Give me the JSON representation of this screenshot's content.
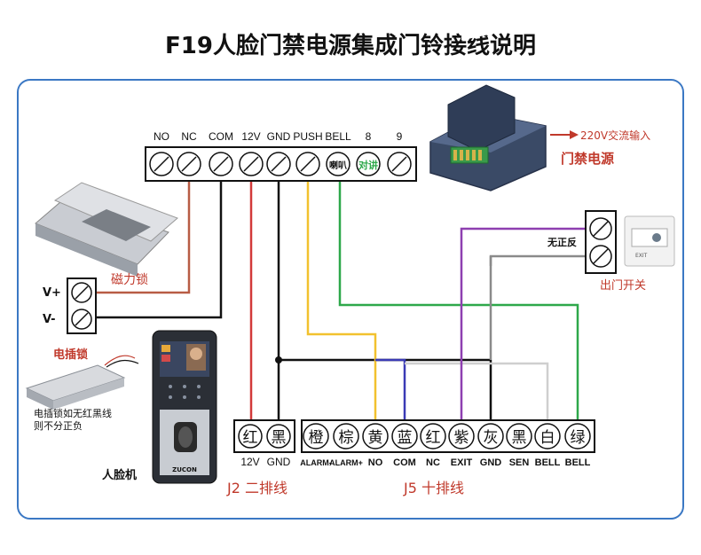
{
  "title": "F19人脸门禁电源集成门铃接线说明",
  "top_terminals": [
    "NO",
    "NC",
    "COM",
    "12V",
    "GND",
    "PUSH",
    "BELL",
    "8",
    "9"
  ],
  "terminal_screw_labels": {
    "doorbell": "喇叭",
    "intercom": "对讲"
  },
  "power_supply": {
    "input_label": "220V交流输入",
    "name": "门禁电源"
  },
  "magnetic_lock": {
    "name": "磁力锁",
    "pins": [
      "V+",
      "V-"
    ]
  },
  "electric_bolt": {
    "name": "电插锁",
    "note_line1": "电插锁如无红黑线",
    "note_line2": "则不分正负"
  },
  "exit_button": {
    "polarity_note": "无正反",
    "name": "出门开关",
    "button_text": "EXIT"
  },
  "face_terminal": {
    "name": "人脸机",
    "brand": "ZUCON"
  },
  "j2": {
    "title": "J2 二排线",
    "colors": [
      "红",
      "黑"
    ],
    "labels": [
      "12V",
      "GND"
    ]
  },
  "j5": {
    "title": "J5 十排线",
    "colors": [
      "橙",
      "棕",
      "黄",
      "蓝",
      "红",
      "紫",
      "灰",
      "黑",
      "白",
      "绿"
    ],
    "labels": [
      "ALARM-",
      "ALARM+",
      "NO",
      "COM",
      "NC",
      "EXIT",
      "GND",
      "SEN",
      "BELL",
      "BELL"
    ]
  },
  "wire_colors": {
    "red": "#d23a3a",
    "black": "#111111",
    "yellow": "#f2c12e",
    "blue": "#3a3ab5",
    "purple": "#8e3fb0",
    "gray": "#8a8a8a",
    "green": "#2ea84a",
    "brown": "#a0522d",
    "lightgray": "#cfcfcf"
  },
  "frame_color": "#3b78c4"
}
